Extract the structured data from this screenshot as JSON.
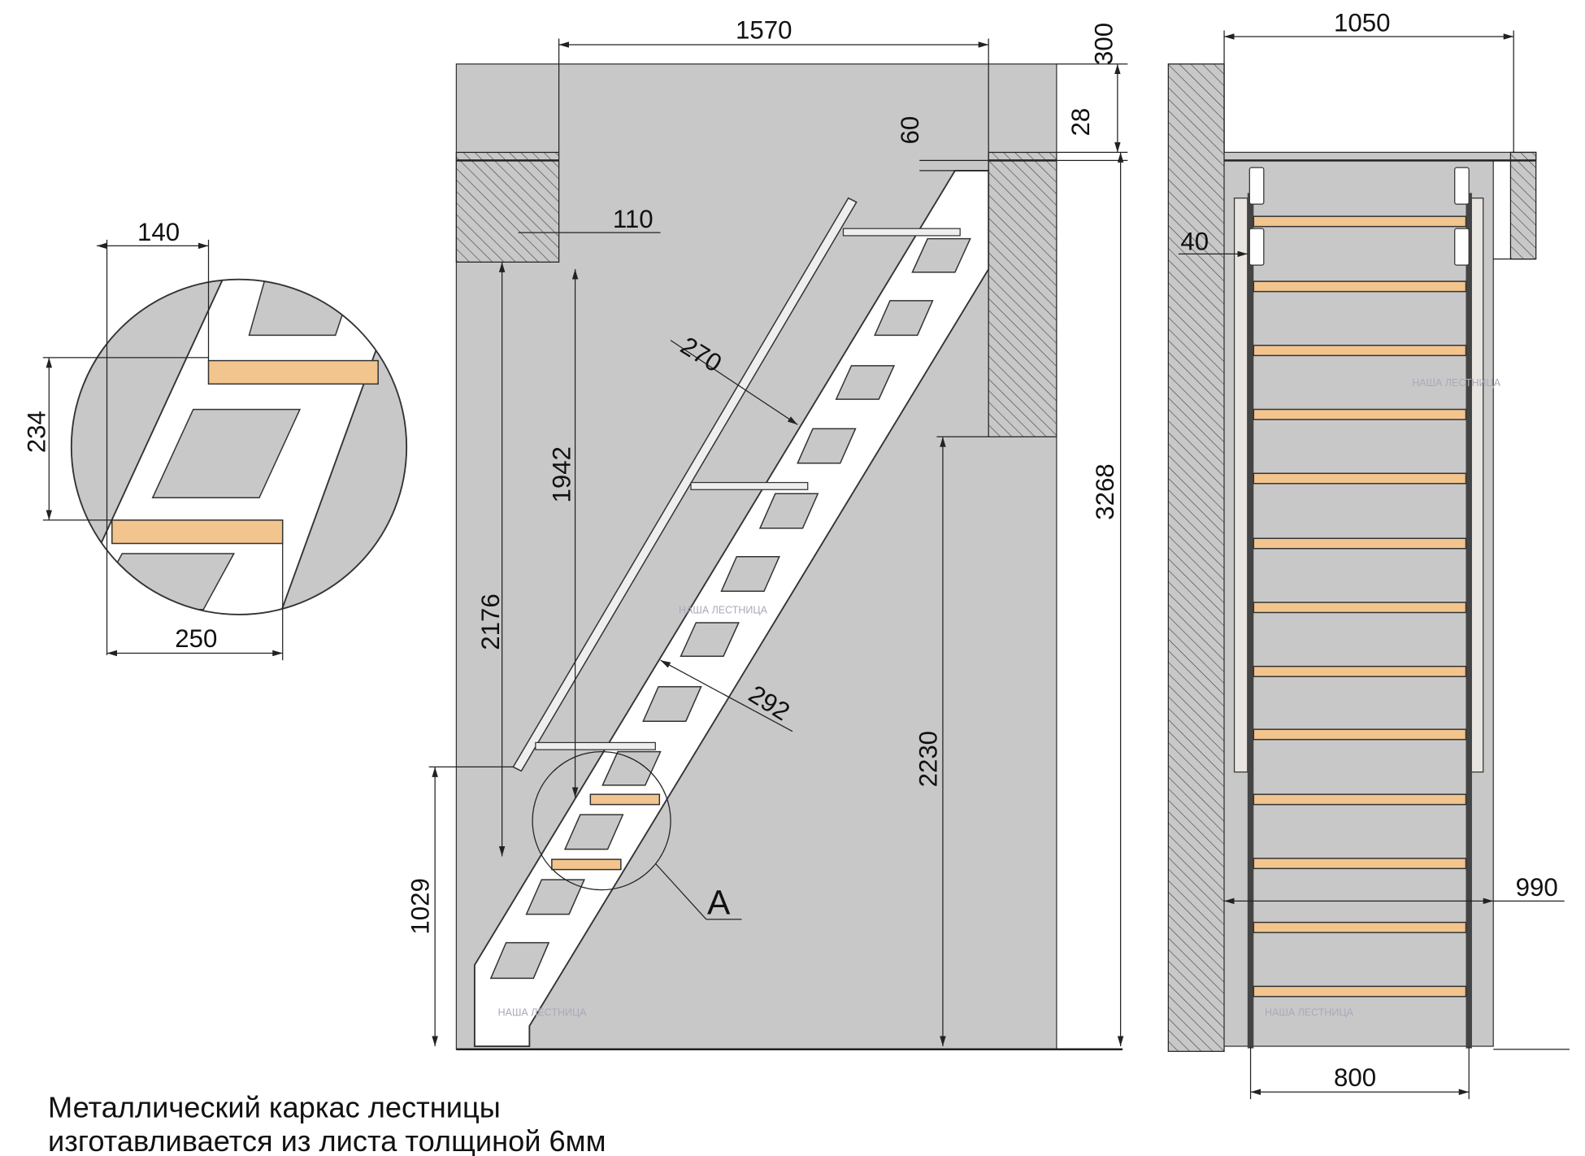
{
  "side_view": {
    "dimensions": {
      "width_top": "1570",
      "slab_height": "300",
      "gap_28": "28",
      "offset_60": "60",
      "offset_110": "110",
      "height_1942": "1942",
      "height_2176": "2176",
      "height_2230": "2230",
      "height_1029": "1029",
      "total_height": "3268",
      "rail_offset_270": "270",
      "stringer_width_292": "292"
    },
    "detail_callout": "A"
  },
  "front_view": {
    "dimensions": {
      "opening_width": "1050",
      "wall_offset": "40",
      "rail_width": "990",
      "stair_width": "800"
    }
  },
  "detail": {
    "dimensions": {
      "step_offset": "140",
      "step_rise": "234",
      "tread_depth": "250"
    }
  },
  "watermark": "НАША ЛЕСТНИЦА",
  "note": {
    "line1": "Металлический каркас лестницы",
    "line2": "изготавливается из листа толщиной 6мм"
  },
  "colors": {
    "wall": "#c8c8c8",
    "tread": "#f3c58e"
  }
}
